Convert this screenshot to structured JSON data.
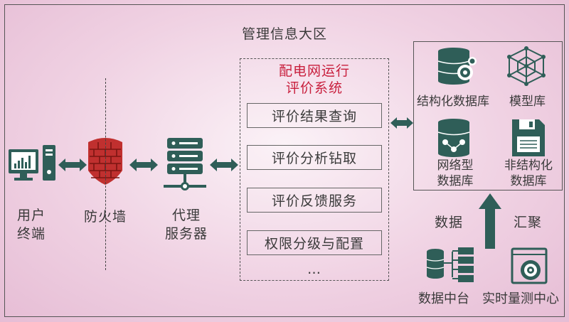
{
  "zone_title": "管理信息大区",
  "left_nodes": {
    "user_terminal": "用户\n终端",
    "firewall": "防火墙",
    "proxy_server": "代理\n服务器"
  },
  "evaluation_system": {
    "title": "配电网运行\n评价系统",
    "functions": [
      "评价结果查询",
      "评价分析钻取",
      "评价反馈服务",
      "权限分级与配置"
    ],
    "more": "…"
  },
  "databases": {
    "structured": "结构化数据库",
    "model": "模型库",
    "network": "网络型\n数据库",
    "unstructured": "非结构化\n数据库"
  },
  "sources": {
    "data_label": "数据",
    "aggregate_label": "汇聚",
    "data_platform": "数据中台",
    "measurement_center": "实时量测中心"
  },
  "colors": {
    "icon": "#2f5e58",
    "accent": "#c81e3c",
    "firewall": "#c0302f",
    "background": "#f0d2e3"
  }
}
